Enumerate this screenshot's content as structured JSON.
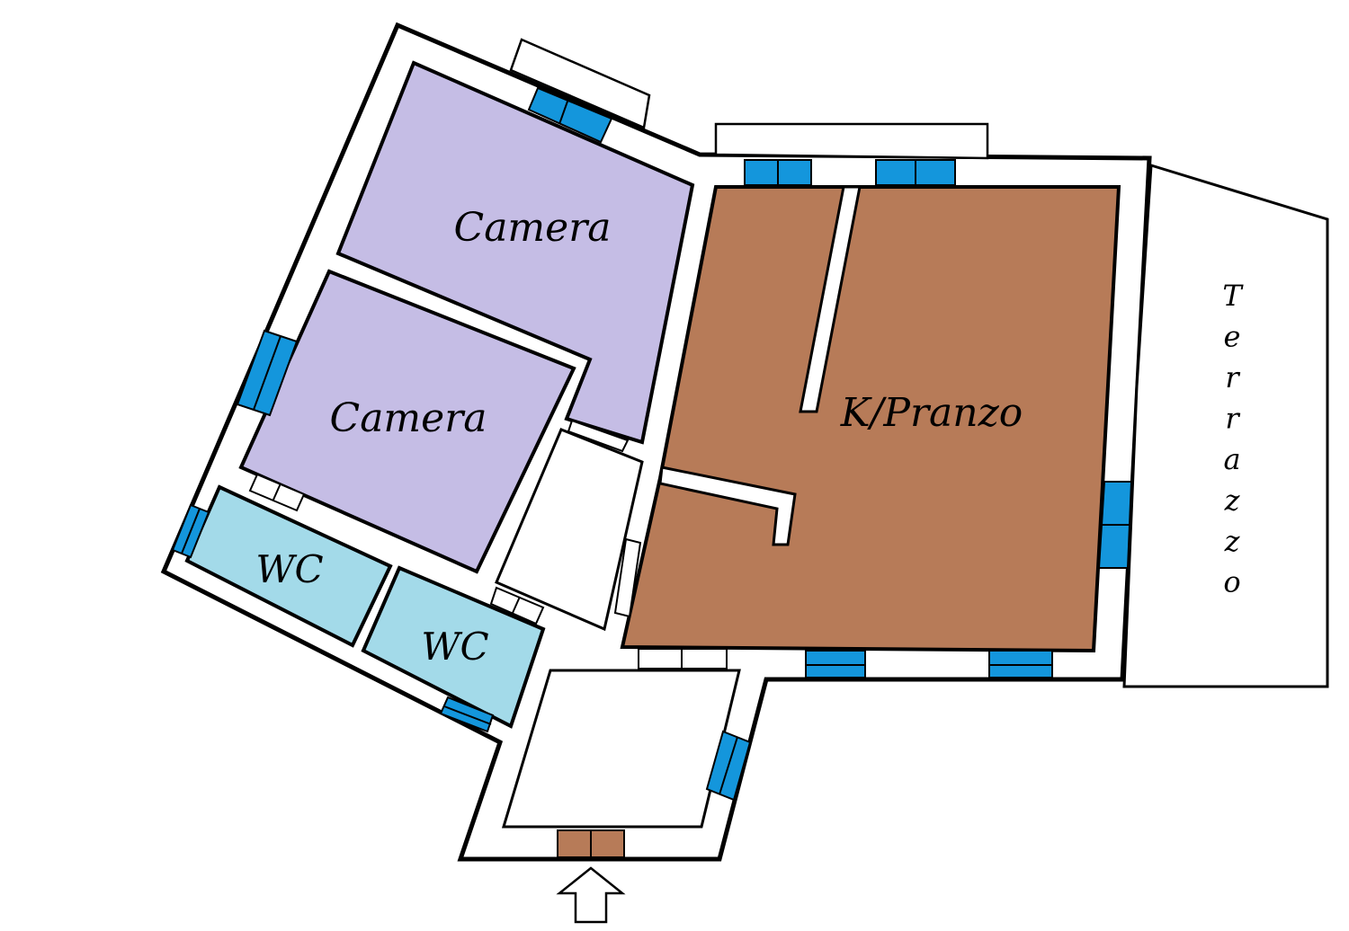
{
  "rooms": {
    "camera_top": "Camera",
    "camera_bottom": "Camera",
    "kitchen_dining": "K/Pranzo",
    "wc_left": "WC",
    "wc_right": "WC",
    "terrace_letters": [
      "T",
      "e",
      "r",
      "r",
      "a",
      "z",
      "z",
      "o"
    ]
  },
  "colors": {
    "wall": "#000000",
    "bedroom": "#c5bde5",
    "kitchen": "#b77b58",
    "bathroom": "#a3dae9",
    "window": "#1496dc",
    "entrance_door": "#b77b58",
    "background": "#ffffff"
  },
  "symbols": {
    "entrance": "up-arrow-icon"
  }
}
